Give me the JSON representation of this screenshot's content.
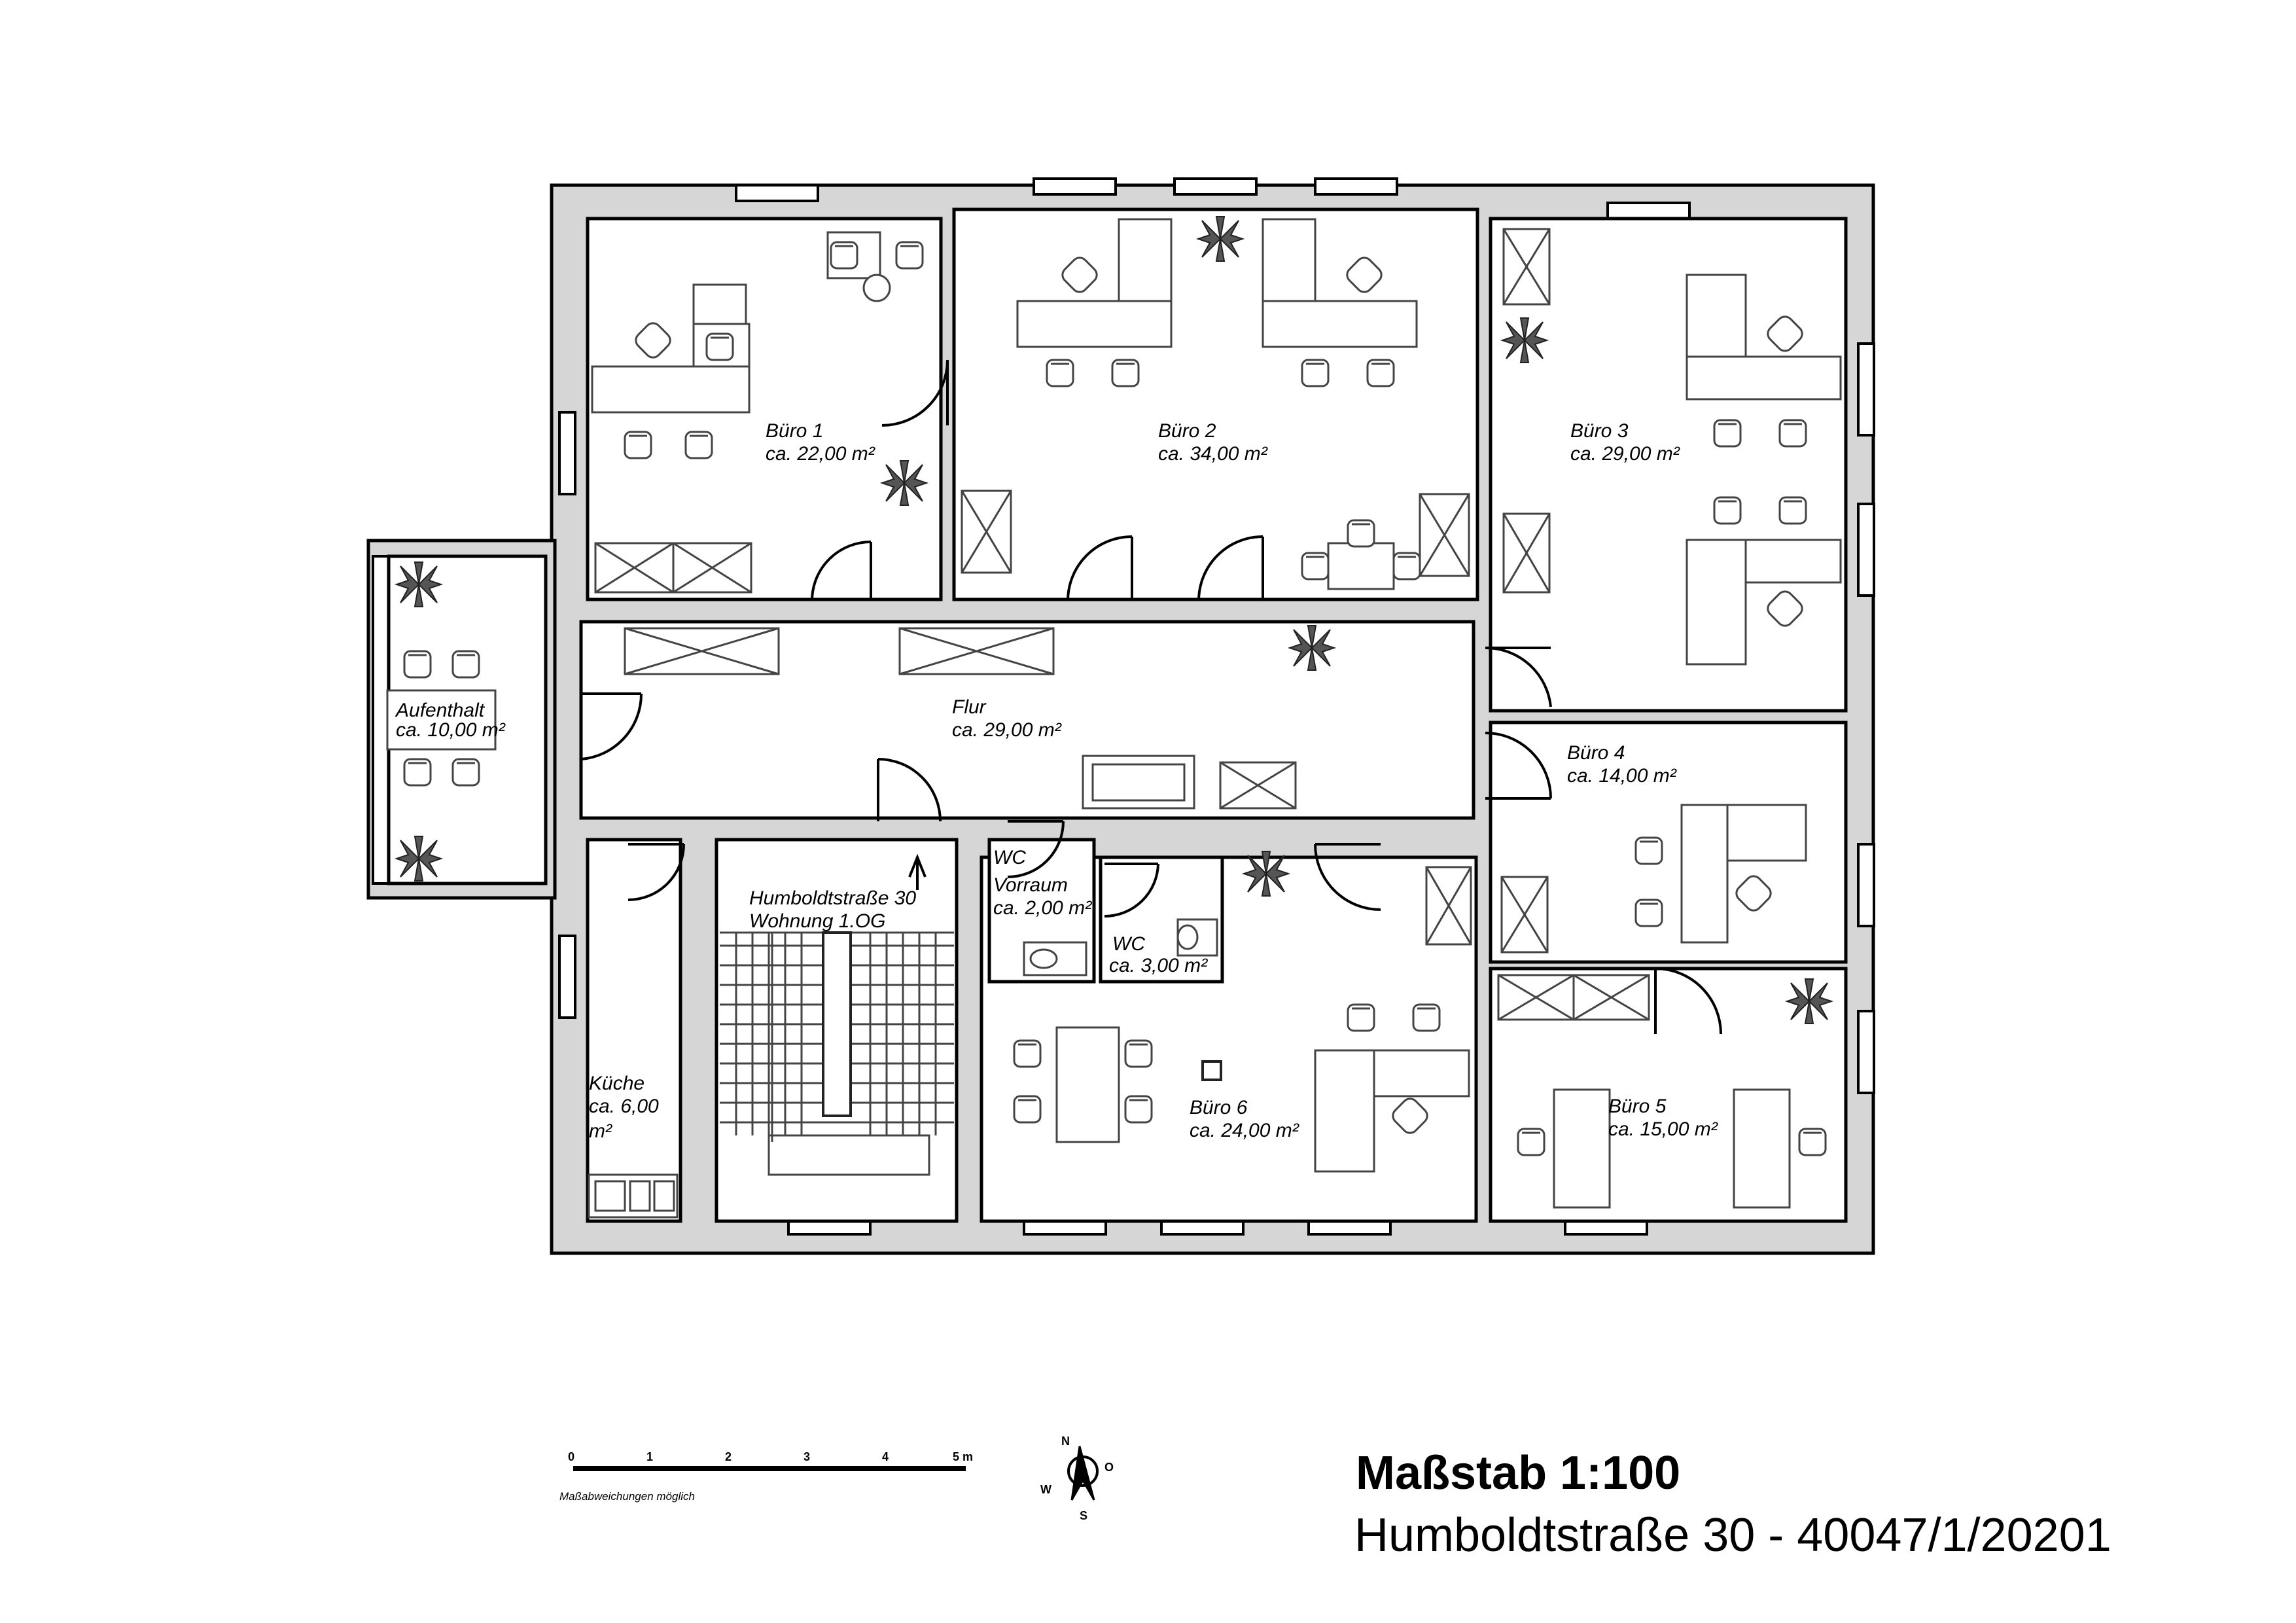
{
  "rooms": {
    "buero1": {
      "name": "Büro 1",
      "area": "ca. 22,00 m²"
    },
    "buero2": {
      "name": "Büro 2",
      "area": "ca. 34,00 m²"
    },
    "buero3": {
      "name": "Büro 3",
      "area": "ca. 29,00 m²"
    },
    "buero4": {
      "name": "Büro 4",
      "area": "ca. 14,00 m²"
    },
    "buero5": {
      "name": "Büro 5",
      "area": "ca. 15,00 m²"
    },
    "buero6": {
      "name": "Büro 6",
      "area": "ca. 24,00 m²"
    },
    "flur": {
      "name": "Flur",
      "area": "ca. 29,00 m²"
    },
    "aufenthalt": {
      "name": "Aufenthalt",
      "area": "ca. 10,00 m²"
    },
    "kueche": {
      "name": "Küche",
      "area_line1": "ca. 6,00",
      "area_line2": "m²"
    },
    "wc_vorraum": {
      "name_line1": "WC",
      "name_line2": "Vorraum",
      "area": "ca. 2,00 m²"
    },
    "wc": {
      "name": "WC",
      "area": "ca. 3,00 m²"
    }
  },
  "stair": {
    "line1": "Humboldtstraße 30",
    "line2": "Wohnung 1.OG"
  },
  "scale_bar": {
    "ticks": [
      "0",
      "1",
      "2",
      "3",
      "4",
      "5 m"
    ],
    "note": "Maßabweichungen möglich"
  },
  "compass": {
    "n": "N",
    "s": "S",
    "o": "O",
    "w": "W"
  },
  "title": {
    "scale": "Maßstab 1:100",
    "address": "Humboldtstraße 30 - 40047/1/20201"
  }
}
